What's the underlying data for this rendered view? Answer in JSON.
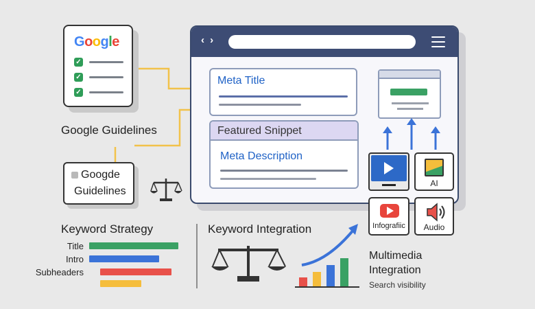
{
  "google_card": {
    "logo_letters": [
      {
        "ch": "G",
        "color": "#4285f4"
      },
      {
        "ch": "o",
        "color": "#ea4335"
      },
      {
        "ch": "o",
        "color": "#fbbc05"
      },
      {
        "ch": "g",
        "color": "#4285f4"
      },
      {
        "ch": "l",
        "color": "#34a853"
      },
      {
        "ch": "e",
        "color": "#ea4335"
      }
    ],
    "check_glyph": "✓"
  },
  "google_guidelines_label": "Google Guidelines",
  "small_card": {
    "line1": "Googde",
    "line2": "Guidelines"
  },
  "browser": {
    "nav_arrows": "‹ ›",
    "meta_title": "Meta Title",
    "featured_snippet": "Featured Snippet",
    "meta_description": "Meta Description"
  },
  "tiles": {
    "ai_label": "AI",
    "infographic_label": "Infografiic",
    "audio_label": "Audio"
  },
  "keyword_strategy": {
    "heading": "Keyword Strategy",
    "bars": [
      {
        "label": "Title",
        "color": "#3aa164"
      },
      {
        "label": "Intro",
        "color": "#3b73d8"
      },
      {
        "label": "Subheaders",
        "color": "#e8514a"
      },
      {
        "label": "",
        "color": "#f5bd3c"
      }
    ]
  },
  "keyword_integration": {
    "heading": "Keyword Integration"
  },
  "multimedia": {
    "heading_line1": "Multimedia",
    "heading_line2": "Integration",
    "sub": "Search visibility"
  },
  "growth_chart": {
    "bar_colors": [
      "#e8514a",
      "#f5bd3c",
      "#3b73d8",
      "#3aa164"
    ]
  },
  "colors": {
    "connector": "#f2c24a",
    "arrow_blue": "#3b73d8",
    "browser_bar": "#3d4c74"
  }
}
